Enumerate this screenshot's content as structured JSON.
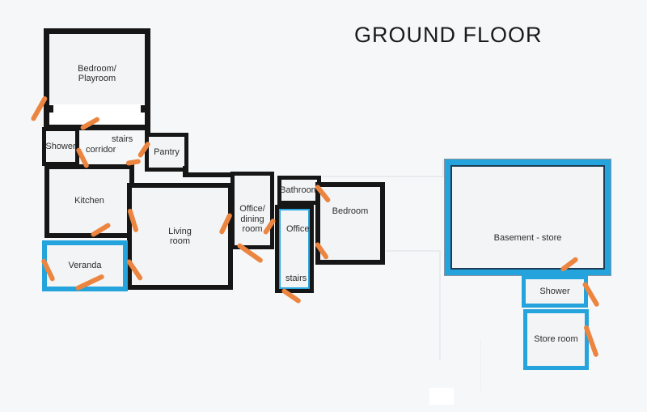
{
  "title": "GROUND FLOOR",
  "colors": {
    "wall": "#161616",
    "cyan_border": "#24A3DC",
    "navy_inner": "#1d3c55",
    "marker_orange": "#EC8540",
    "background": "#f6f7f8"
  },
  "rooms": {
    "bedroom_playroom": {
      "label": "Bedroom/\nPlayroom"
    },
    "shower_left": {
      "label": "Shower"
    },
    "corridor": {
      "label_line1": "stairs",
      "label_line2": "corridor"
    },
    "pantry": {
      "label": "Pantry"
    },
    "kitchen": {
      "label": "Kitchen"
    },
    "living_room": {
      "label": "Living\nroom"
    },
    "veranda": {
      "label": "Veranda"
    },
    "office_dining": {
      "label": "Office/\ndining\nroom"
    },
    "bathroom": {
      "label": "Bathroom"
    },
    "office_stairs": {
      "office_label": "Office",
      "stairs_label": "stairs"
    },
    "bedroom": {
      "label": "Bedroom"
    },
    "basement": {
      "label": "Basement - store"
    },
    "shower_right": {
      "label": "Shower"
    },
    "store_room": {
      "label": "Store room"
    }
  },
  "annotations": {
    "strokes": [
      [
        40,
        149,
        57,
        119
      ],
      [
        100,
        159,
        123,
        146
      ],
      [
        96,
        183,
        108,
        207
      ],
      [
        172,
        194,
        184,
        176
      ],
      [
        156,
        202,
        174,
        199
      ],
      [
        113,
        291,
        136,
        277
      ],
      [
        160,
        258,
        169,
        287
      ],
      [
        53,
        320,
        66,
        347
      ],
      [
        94,
        357,
        128,
        341
      ],
      [
        158,
        321,
        175,
        346
      ],
      [
        273,
        289,
        285,
        264
      ],
      [
        327,
        289,
        339,
        271
      ],
      [
        294,
        302,
        324,
        323
      ],
      [
        391,
        229,
        407,
        249
      ],
      [
        391,
        300,
        405,
        320
      ],
      [
        349,
        358,
        371,
        373
      ],
      [
        694,
        334,
        714,
        319
      ],
      [
        722,
        349,
        739,
        378
      ],
      [
        724,
        402,
        738,
        441
      ]
    ]
  }
}
